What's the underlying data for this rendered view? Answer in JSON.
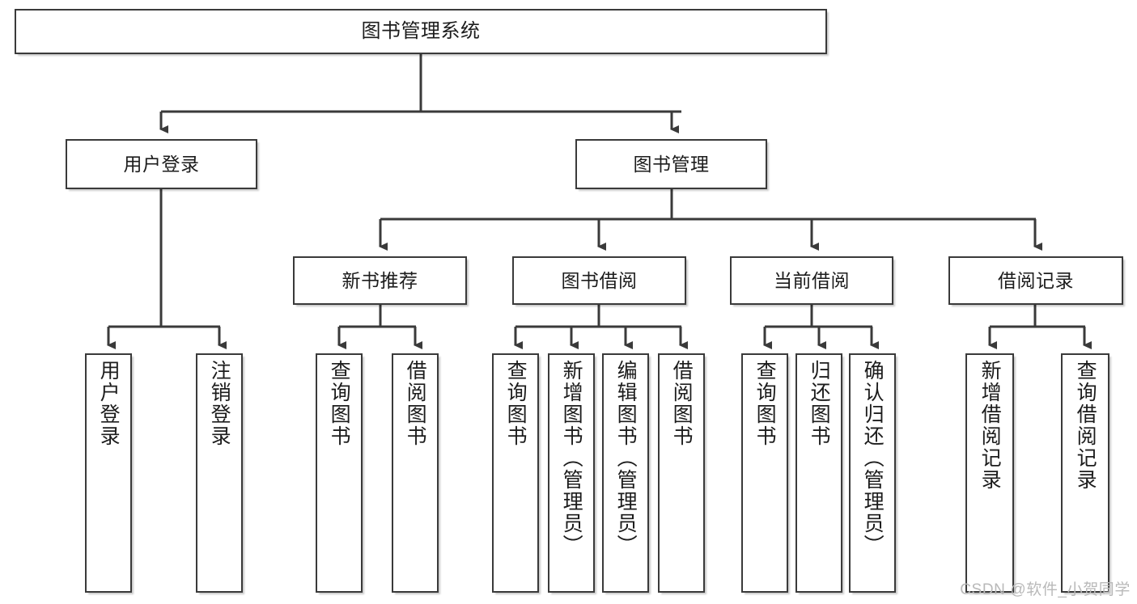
{
  "diagram": {
    "type": "tree-hierarchy",
    "title": "图书管理系统",
    "watermark": "CSDN @软件_小贺同学",
    "colors": {
      "box_border": "#3a3a3a",
      "box_fill": "#ffffff",
      "connector": "#3a3a3a",
      "watermark": "#b9b9b9"
    },
    "nodes": {
      "root": {
        "label": "图书管理系统",
        "level": 1
      },
      "l2": [
        {
          "id": "user-login",
          "label": "用户登录",
          "level": 2
        },
        {
          "id": "book-manage",
          "label": "图书管理",
          "level": 2
        }
      ],
      "l3": [
        {
          "id": "new-book-recommend",
          "label": "新书推荐",
          "level": 3,
          "parent": "book-manage"
        },
        {
          "id": "book-borrow",
          "label": "图书借阅",
          "level": 3,
          "parent": "book-manage"
        },
        {
          "id": "current-borrow",
          "label": "当前借阅",
          "level": 3,
          "parent": "book-manage"
        },
        {
          "id": "borrow-record",
          "label": "借阅记录",
          "level": 3,
          "parent": "book-manage"
        }
      ],
      "leaves": [
        {
          "id": "leaf-user-login",
          "label": "用户登录",
          "parent": "user-login"
        },
        {
          "id": "leaf-logout",
          "label": "注销登录",
          "parent": "user-login"
        },
        {
          "id": "leaf-query-book-1",
          "label": "查询图书",
          "parent": "new-book-recommend"
        },
        {
          "id": "leaf-borrow-book-1",
          "label": "借阅图书",
          "parent": "new-book-recommend"
        },
        {
          "id": "leaf-query-book-2",
          "label": "查询图书",
          "parent": "book-borrow"
        },
        {
          "id": "leaf-add-book",
          "label": "新增图书（管理员）",
          "parent": "book-borrow"
        },
        {
          "id": "leaf-edit-book",
          "label": "编辑图书（管理员）",
          "parent": "book-borrow"
        },
        {
          "id": "leaf-borrow-book-2",
          "label": "借阅图书",
          "parent": "book-borrow"
        },
        {
          "id": "leaf-query-book-3",
          "label": "查询图书",
          "parent": "current-borrow"
        },
        {
          "id": "leaf-return-book",
          "label": "归还图书",
          "parent": "current-borrow"
        },
        {
          "id": "leaf-confirm-return",
          "label": "确认归还（管理员）",
          "parent": "current-borrow"
        },
        {
          "id": "leaf-add-record",
          "label": "新增借阅记录",
          "parent": "borrow-record"
        },
        {
          "id": "leaf-query-record",
          "label": "查询借阅记录",
          "parent": "borrow-record"
        }
      ]
    }
  }
}
